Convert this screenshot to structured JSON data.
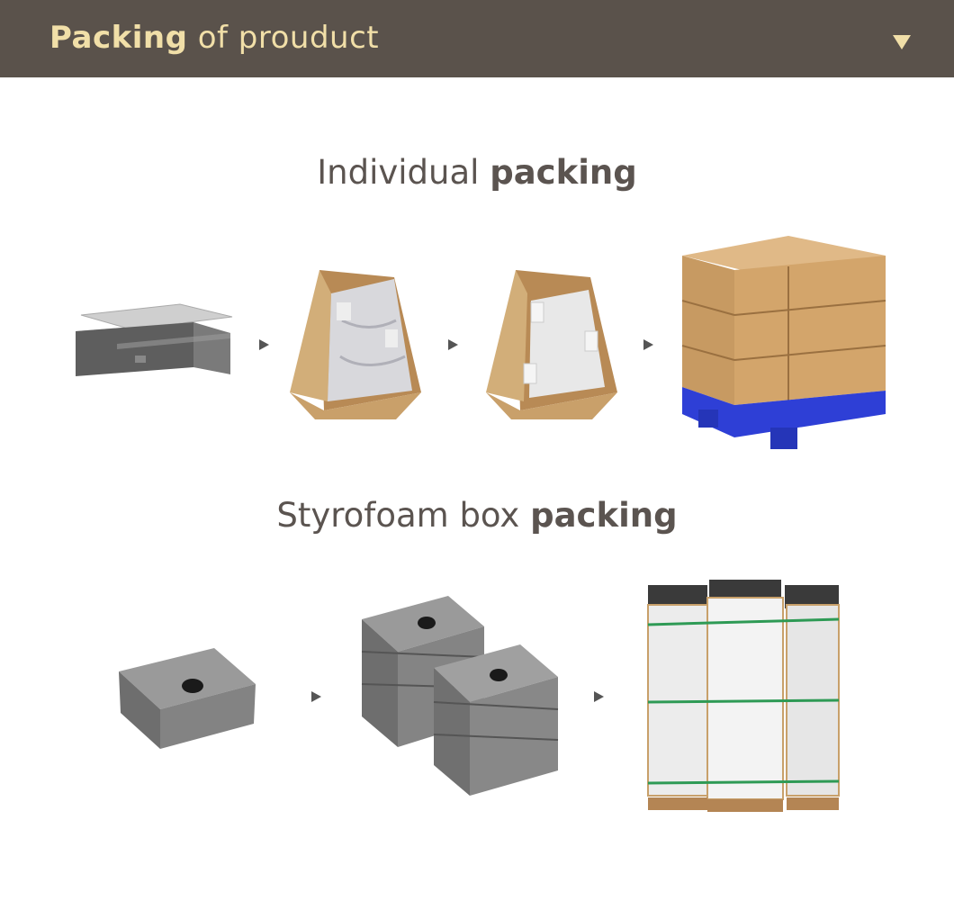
{
  "header": {
    "title_bold": "Packing",
    "title_rest": " of prouduct",
    "toggle_icon": "chevron-down-icon",
    "colors": {
      "background": "#5a524b",
      "text": "#f1dfa8"
    }
  },
  "sections": [
    {
      "title_light": "Individual ",
      "title_bold": "packing",
      "steps": [
        "sink-unit-image",
        "carton-with-bagged-sink-image",
        "carton-with-foam-protectors-image",
        "palletized-cartons-image"
      ]
    },
    {
      "title_light": "Styrofoam box ",
      "title_bold": "packing",
      "steps": [
        "styrofoam-box-image",
        "stacked-styrofoam-boxes-image",
        "wrapped-pallet-stacks-image"
      ]
    }
  ],
  "colors": {
    "cardboard": "#c8a06a",
    "styrofoam": "#8e8e8e",
    "pallet_blue": "#2e3fd6",
    "strap_green": "#2e9a55"
  }
}
